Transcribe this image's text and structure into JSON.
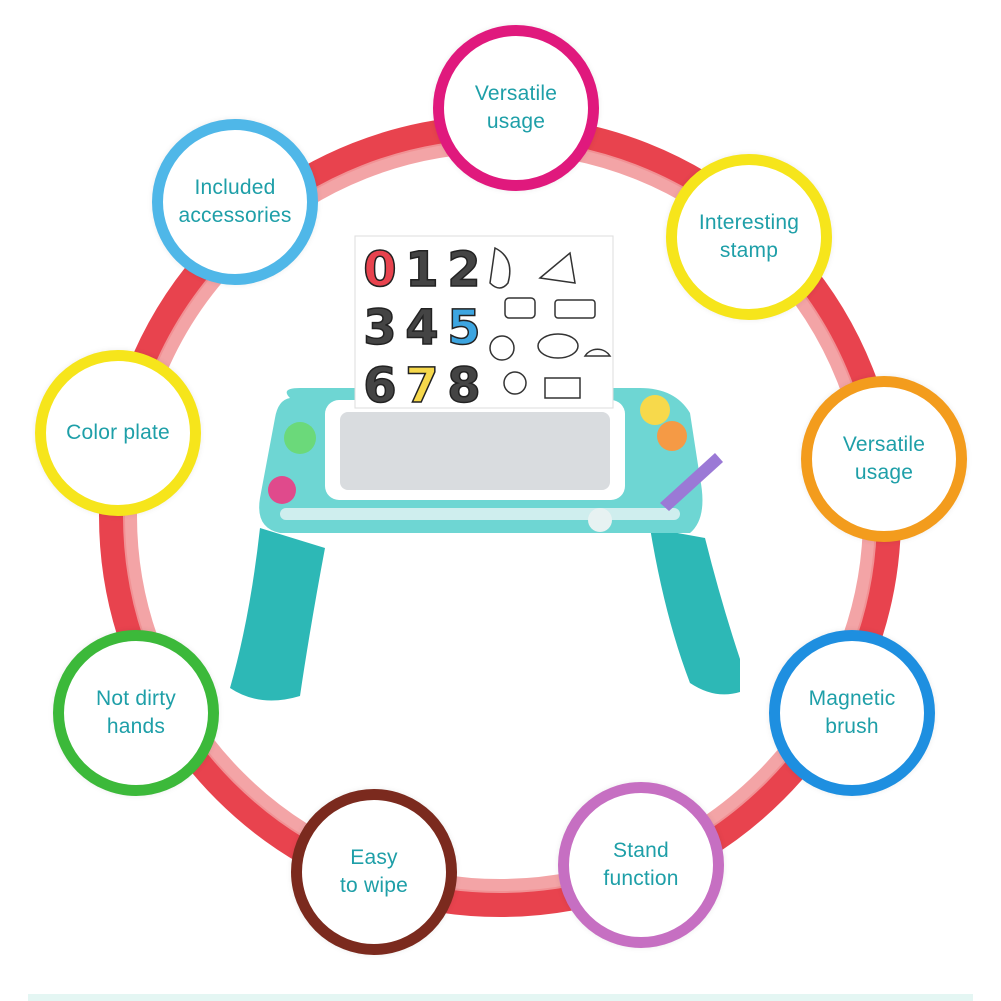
{
  "ring": {
    "outer_color": "#e8434e",
    "inner_color": "#f29a9c"
  },
  "features": [
    {
      "label": "Versatile\nusage",
      "border_color": "#e0197d"
    },
    {
      "label": "Interesting\nstamp",
      "border_color": "#f6e51b"
    },
    {
      "label": "Versatile\nusage",
      "border_color": "#f39c1d"
    },
    {
      "label": "Magnetic\nbrush",
      "border_color": "#1e8fe0"
    },
    {
      "label": "Stand\nfunction",
      "border_color": "#c66fc2"
    },
    {
      "label": "Easy\nto wipe",
      "border_color": "#7b2a1e"
    },
    {
      "label": "Not dirty\nhands",
      "border_color": "#3cb93a"
    },
    {
      "label": "Color plate",
      "border_color": "#f6e51b"
    },
    {
      "label": "Included\naccessories",
      "border_color": "#4fb7e8"
    }
  ],
  "product": {
    "table_color": "#4fcfcf",
    "card_digits": [
      "0",
      "1",
      "2",
      "3",
      "4",
      "5",
      "6",
      "7",
      "8"
    ],
    "digit_colors": {
      "0": "#e8434e",
      "5": "#3da5e0",
      "7": "#f6d84b"
    }
  }
}
